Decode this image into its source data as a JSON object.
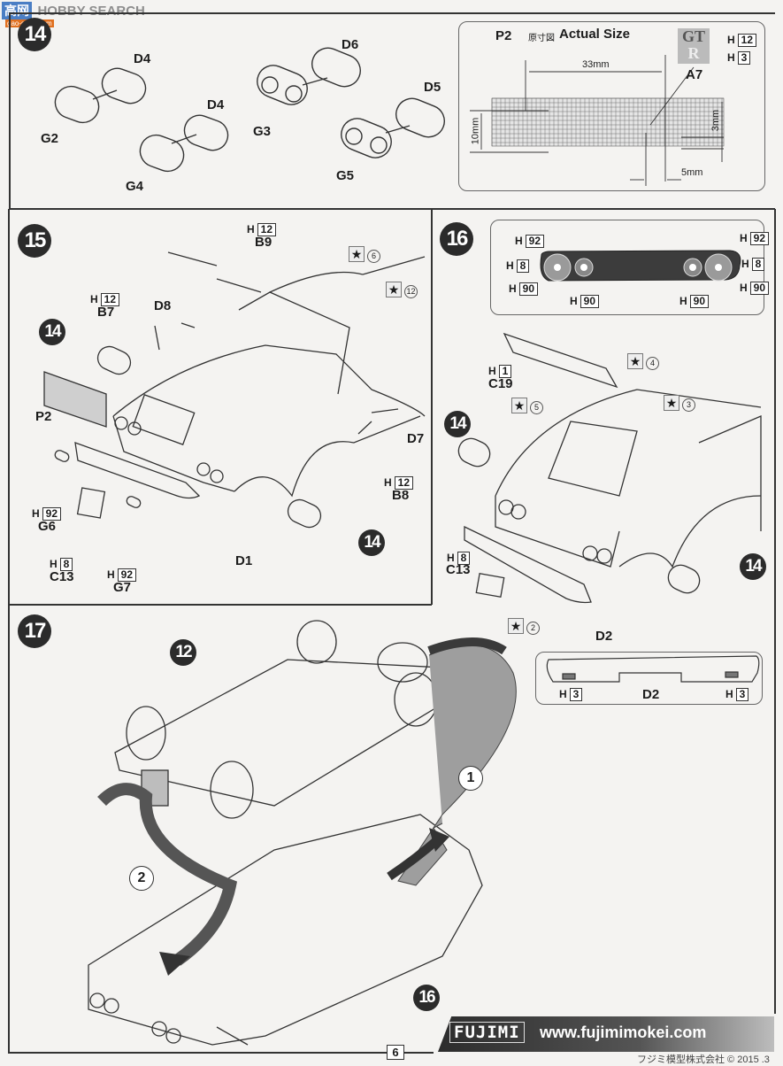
{
  "watermark": {
    "text": "HOBBY SEARCH",
    "logo_text": "高网",
    "logo_sub": "gao-shop.com"
  },
  "step14": {
    "number": "14",
    "parts": [
      {
        "lens": "G2",
        "housing": "D4"
      },
      {
        "lens": "G4",
        "housing": "D4"
      },
      {
        "lens": "G3",
        "housing": "D6"
      },
      {
        "lens": "G5",
        "housing": "D5"
      }
    ],
    "actual_size": {
      "part": "P2",
      "jp_label": "原寸図",
      "title": "Actual Size",
      "dim_width": "33mm",
      "dim_height": "10mm",
      "dim_small_h": "3mm",
      "dim_small_w": "5mm",
      "emblem_part": "A7",
      "emblem_text_top": "GT",
      "emblem_text_bottom": "R",
      "emblem_colors": [
        {
          "prefix": "H",
          "code": "12"
        },
        {
          "prefix": "H",
          "code": "3"
        }
      ]
    }
  },
  "step15": {
    "number": "15",
    "labels": {
      "b9": "B9",
      "b9_color": "12",
      "b7": "B7",
      "b7_color": "12",
      "d8": "D8",
      "p2": "P2",
      "g6": "G6",
      "g6_color": "92",
      "c13": "C13",
      "c13_color": "8",
      "g7": "G7",
      "g7_color": "92",
      "d1": "D1",
      "d7": "D7",
      "b8": "B8",
      "b8_color": "12",
      "ref14a": "14",
      "ref14b": "14",
      "decal_a": "6",
      "decal_b": "12",
      "h": "H"
    }
  },
  "step16": {
    "number": "16",
    "tail_panel_colors": {
      "left_top": "92",
      "left_mid": "8",
      "left_bottom": "90",
      "left_inner": "90",
      "right_top": "92",
      "right_mid": "8",
      "right_bottom": "90",
      "right_inner": "90"
    },
    "labels": {
      "c19": "C19",
      "c19_color": "1",
      "c13": "C13",
      "c13_color": "8",
      "d2": "D2",
      "decal_4": "4",
      "decal_5": "5",
      "decal_3": "3",
      "decal_2": "2",
      "ref14a": "14",
      "ref14b": "14",
      "h": "H"
    },
    "bumper_detail": {
      "part": "D2",
      "left_color": "3",
      "right_color": "3"
    }
  },
  "step17": {
    "number": "17",
    "ref_chassis": "12",
    "ref_body": "16",
    "order_1": "1",
    "order_2": "2"
  },
  "footer": {
    "brand": "FUJIMI",
    "url": "www.fujimimokei.com",
    "page": "6",
    "copyright": "フジミ模型株式会社 © 2015 .3"
  }
}
